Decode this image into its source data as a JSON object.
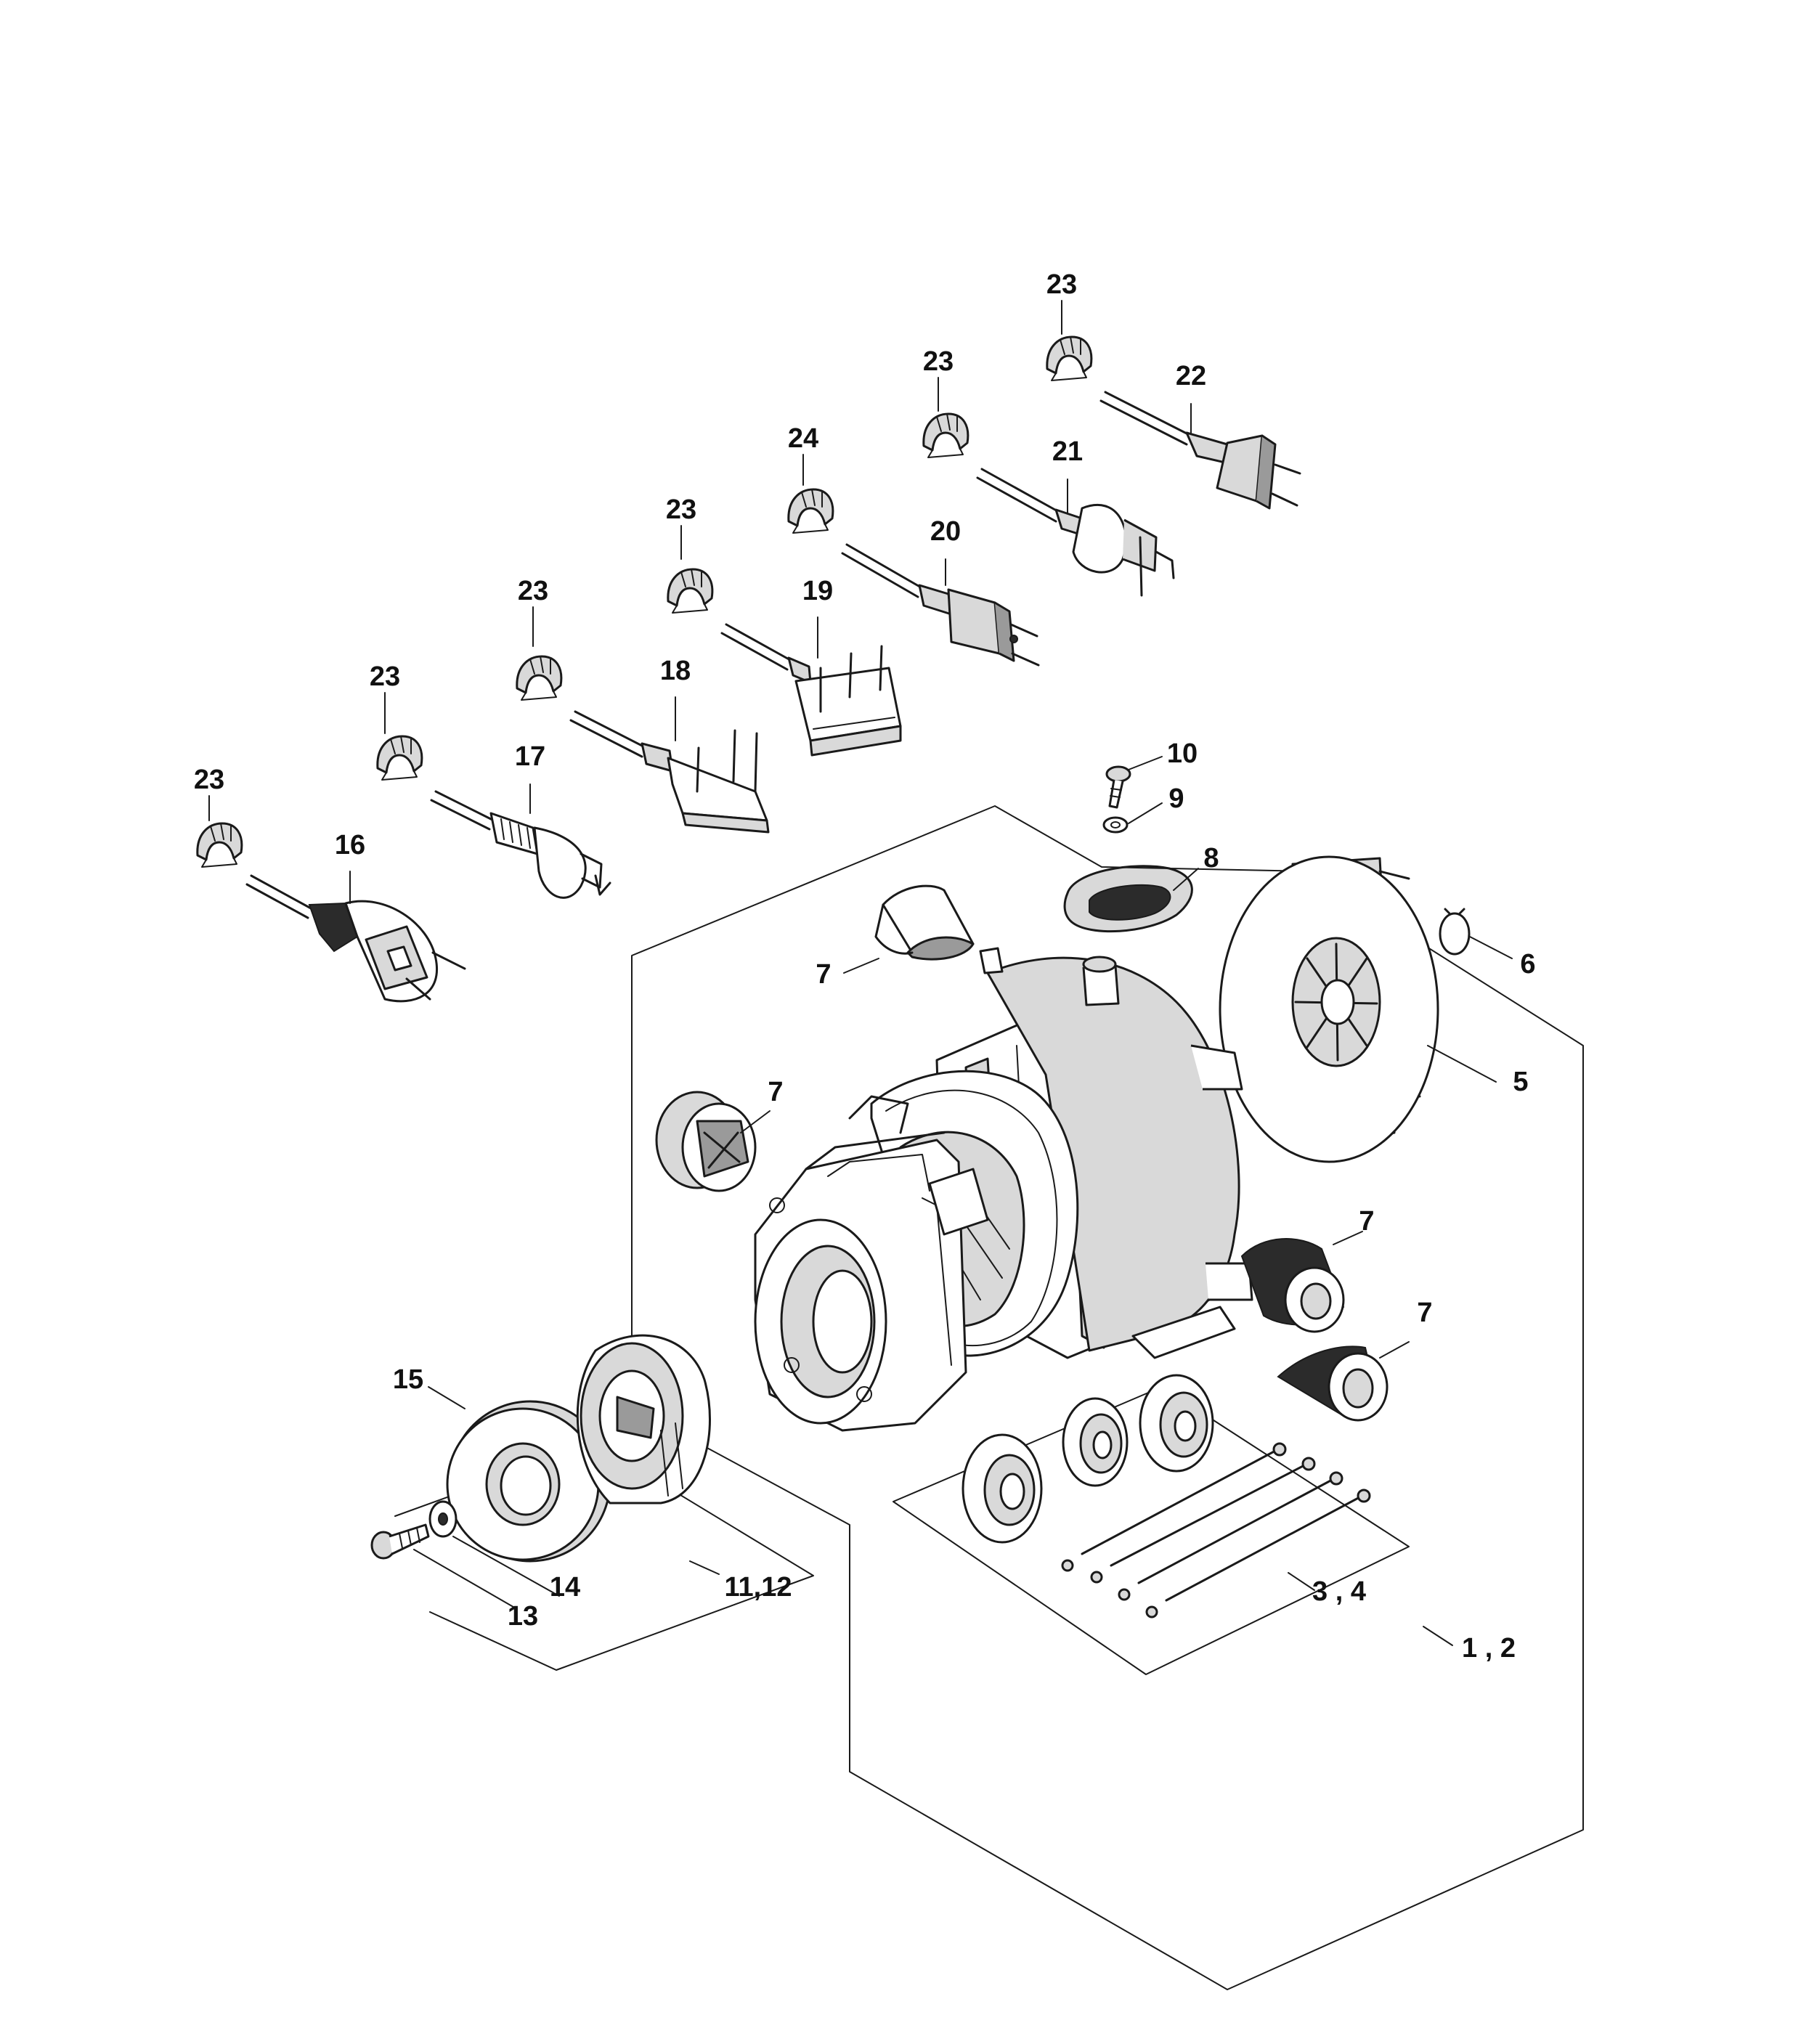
{
  "callouts": {
    "c23a": "23",
    "c23b": "23",
    "c22": "22",
    "c24": "24",
    "c21": "21",
    "c20": "20",
    "c23c": "23",
    "c19": "19",
    "c23d": "23",
    "c18": "18",
    "c23e": "23",
    "c17": "17",
    "c23f": "23",
    "c16": "16",
    "c10": "10",
    "c9": "9",
    "c8": "8",
    "c6": "6",
    "c5": "5",
    "c7a": "7",
    "c7b": "7",
    "c7c": "7",
    "c7d": "7",
    "c15": "15",
    "c14": "14",
    "c13": "13",
    "c11_12": "11,12",
    "c3_4": "3 , 4",
    "c1_2": "1 , 2"
  }
}
